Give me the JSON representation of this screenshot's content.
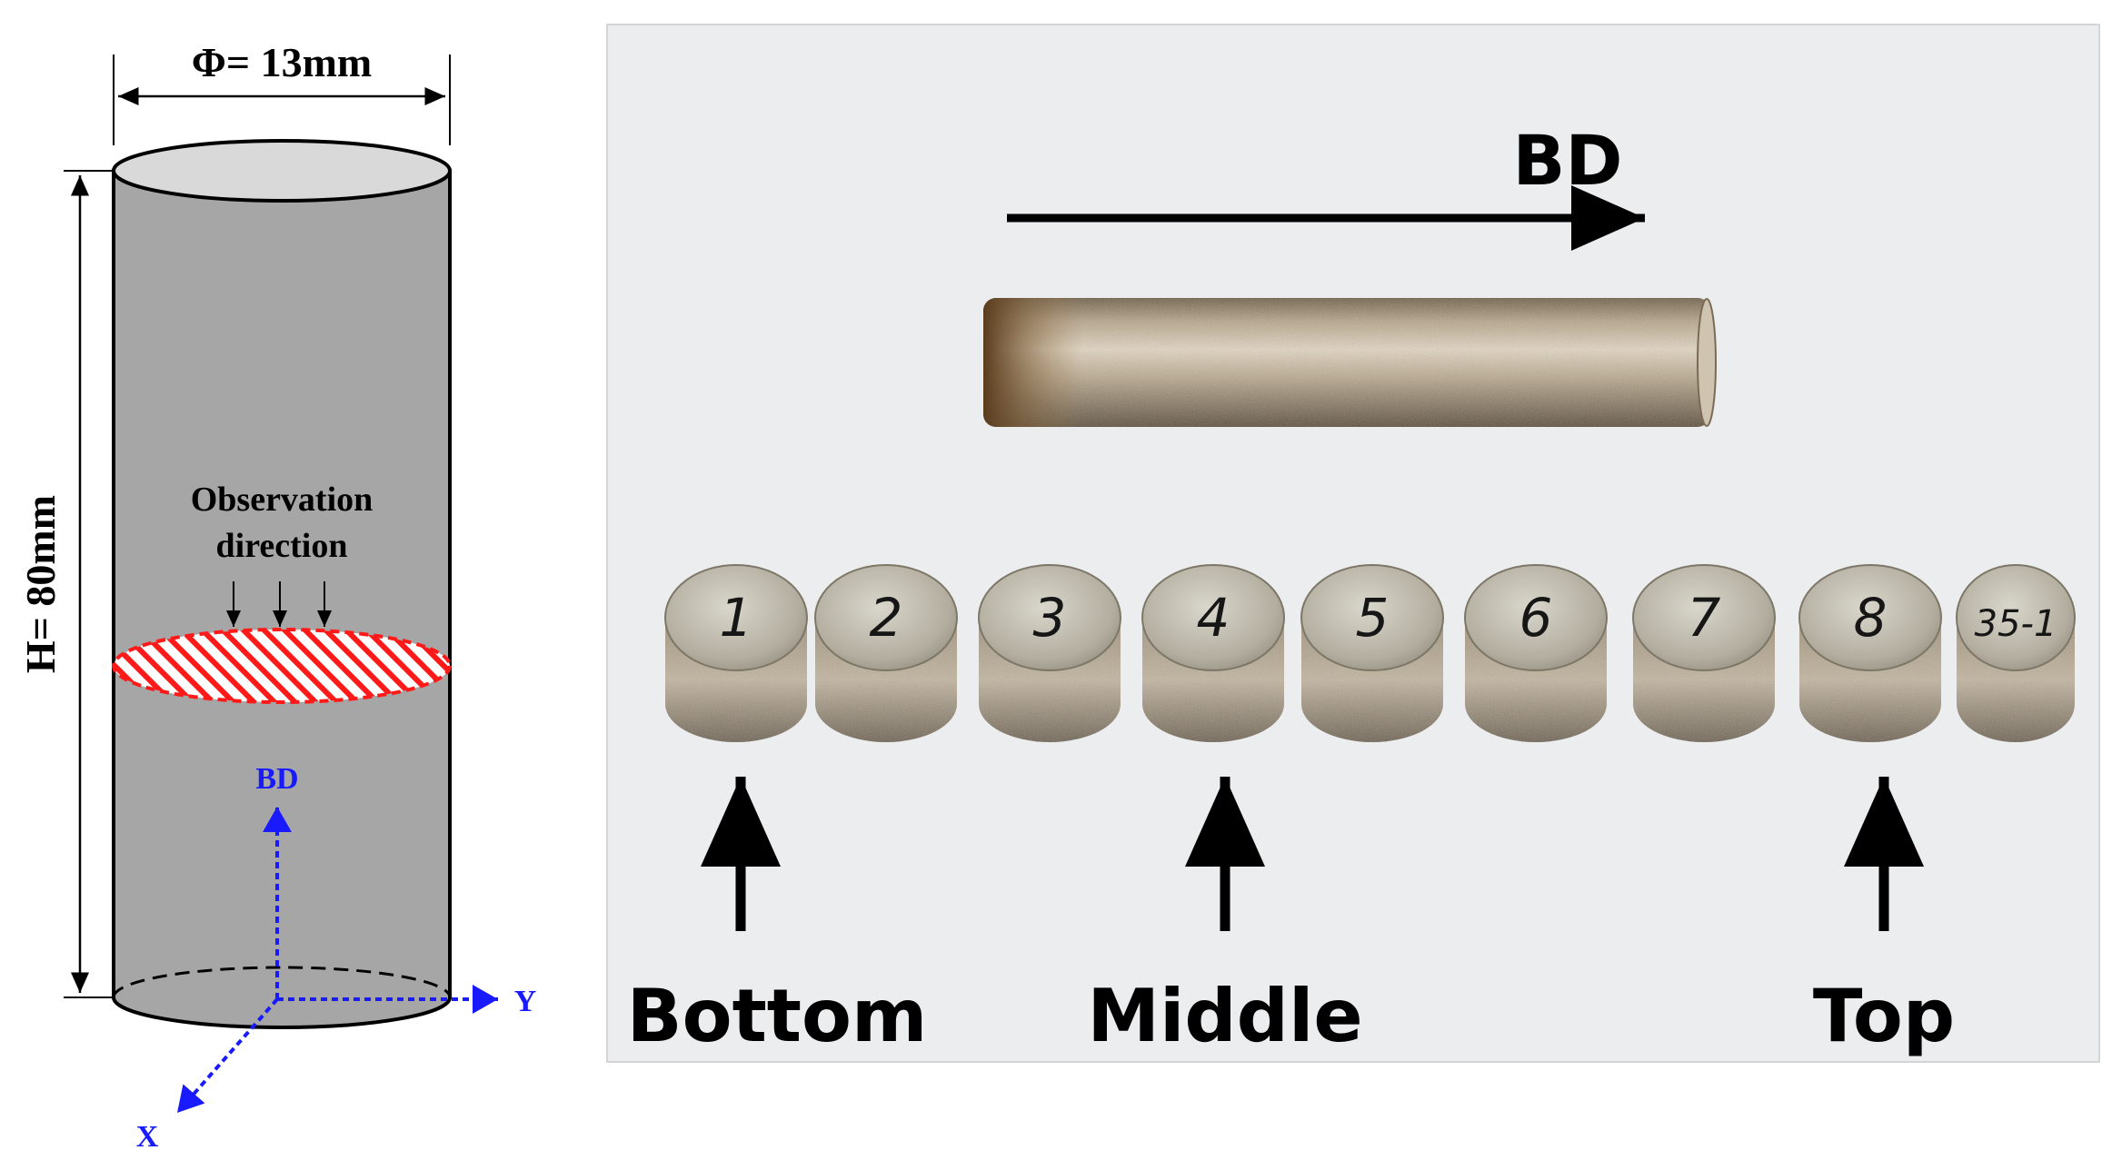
{
  "schematic": {
    "diameter_label": "Φ= 13mm",
    "height_label": "H= 80mm",
    "observation_label_line1": "Observation",
    "observation_label_line2": "direction",
    "axis_bd": "BD",
    "axis_y": "Y",
    "axis_x": "X",
    "cylinder_color": "#a6a6a6",
    "hatch_color": "#ff1a1a",
    "axis_color": "#1a1aff"
  },
  "photo": {
    "build_direction_label": "BD",
    "background_color": "#ecedef",
    "slices": [
      {
        "mark": "1"
      },
      {
        "mark": "2"
      },
      {
        "mark": "3"
      },
      {
        "mark": "4"
      },
      {
        "mark": "5"
      },
      {
        "mark": "6"
      },
      {
        "mark": "7"
      },
      {
        "mark": "8"
      },
      {
        "mark": "35-1"
      }
    ],
    "position_labels": {
      "bottom": "Bottom",
      "middle": "Middle",
      "top": "Top"
    }
  }
}
